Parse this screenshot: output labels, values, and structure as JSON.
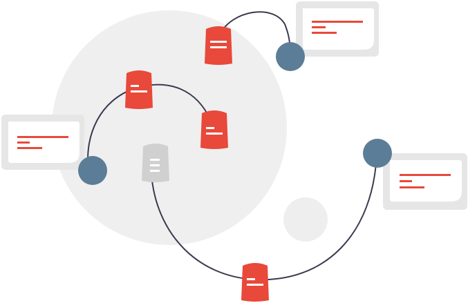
{
  "colors": {
    "background": "#ffffff",
    "big_circle": "#efefef",
    "small_circle": "#eeeeee",
    "connector_line": "#3a3a4f",
    "node": "#5b7d97",
    "card_frame": "#e6e6e6",
    "card_face": "#ffffff",
    "card_line": "#e8493a",
    "document_active": "#e8493a",
    "document_inactive": "#d0d0d0",
    "document_lines": "#ffffff"
  },
  "illustration": {
    "cards": [
      {
        "id": "top-right",
        "icon": "text-card-icon"
      },
      {
        "id": "left",
        "icon": "text-card-icon"
      },
      {
        "id": "right",
        "icon": "text-card-icon"
      }
    ],
    "nodes": [
      {
        "id": "top-right",
        "icon": "node-dot-icon"
      },
      {
        "id": "left",
        "icon": "node-dot-icon"
      },
      {
        "id": "right",
        "icon": "node-dot-icon"
      }
    ],
    "documents": [
      {
        "id": "top",
        "state": "active",
        "icon": "document-icon"
      },
      {
        "id": "upper-left",
        "state": "active",
        "icon": "document-icon"
      },
      {
        "id": "middle-right",
        "state": "active",
        "icon": "document-icon"
      },
      {
        "id": "center",
        "state": "inactive",
        "icon": "document-icon"
      },
      {
        "id": "bottom",
        "state": "active",
        "icon": "document-icon"
      }
    ]
  }
}
